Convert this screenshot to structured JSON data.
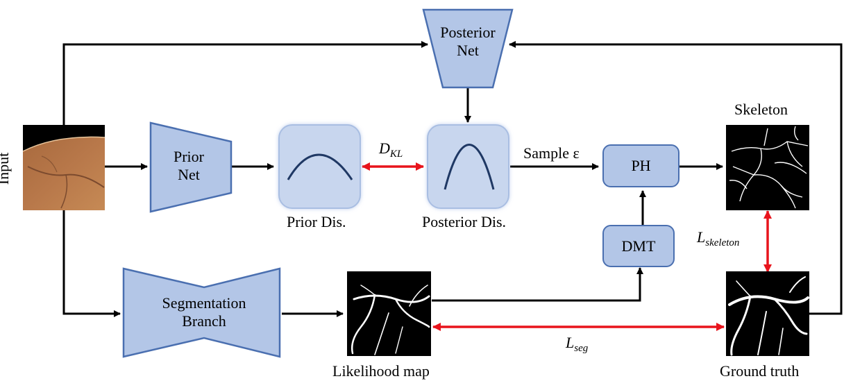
{
  "colors": {
    "block_fill": "#b3c6e7",
    "block_stroke": "#4a6fb0",
    "dist_fill": "#c8d6ee",
    "curve": "#1f3864",
    "loss_arrow": "#e8141c",
    "arrow": "#000000"
  },
  "labels": {
    "input": "Input",
    "posterior_net_line1": "Posterior",
    "posterior_net_line2": "Net",
    "prior_net_line1": "Prior",
    "prior_net_line2": "Net",
    "prior_dis": "Prior Dis.",
    "posterior_dis": "Posterior Dis.",
    "dkl_main": "D",
    "dkl_sub": "KL",
    "sample": "Sample ε",
    "ph": "PH",
    "dmt": "DMT",
    "skeleton": "Skeleton",
    "l_skeleton_main": "L",
    "l_skeleton_sub": "skeleton",
    "seg_branch_line1": "Segmentation",
    "seg_branch_line2": "Branch",
    "likelihood_map": "Likelihood map",
    "l_seg_main": "L",
    "l_seg_sub": "seg",
    "ground_truth": "Ground truth"
  }
}
